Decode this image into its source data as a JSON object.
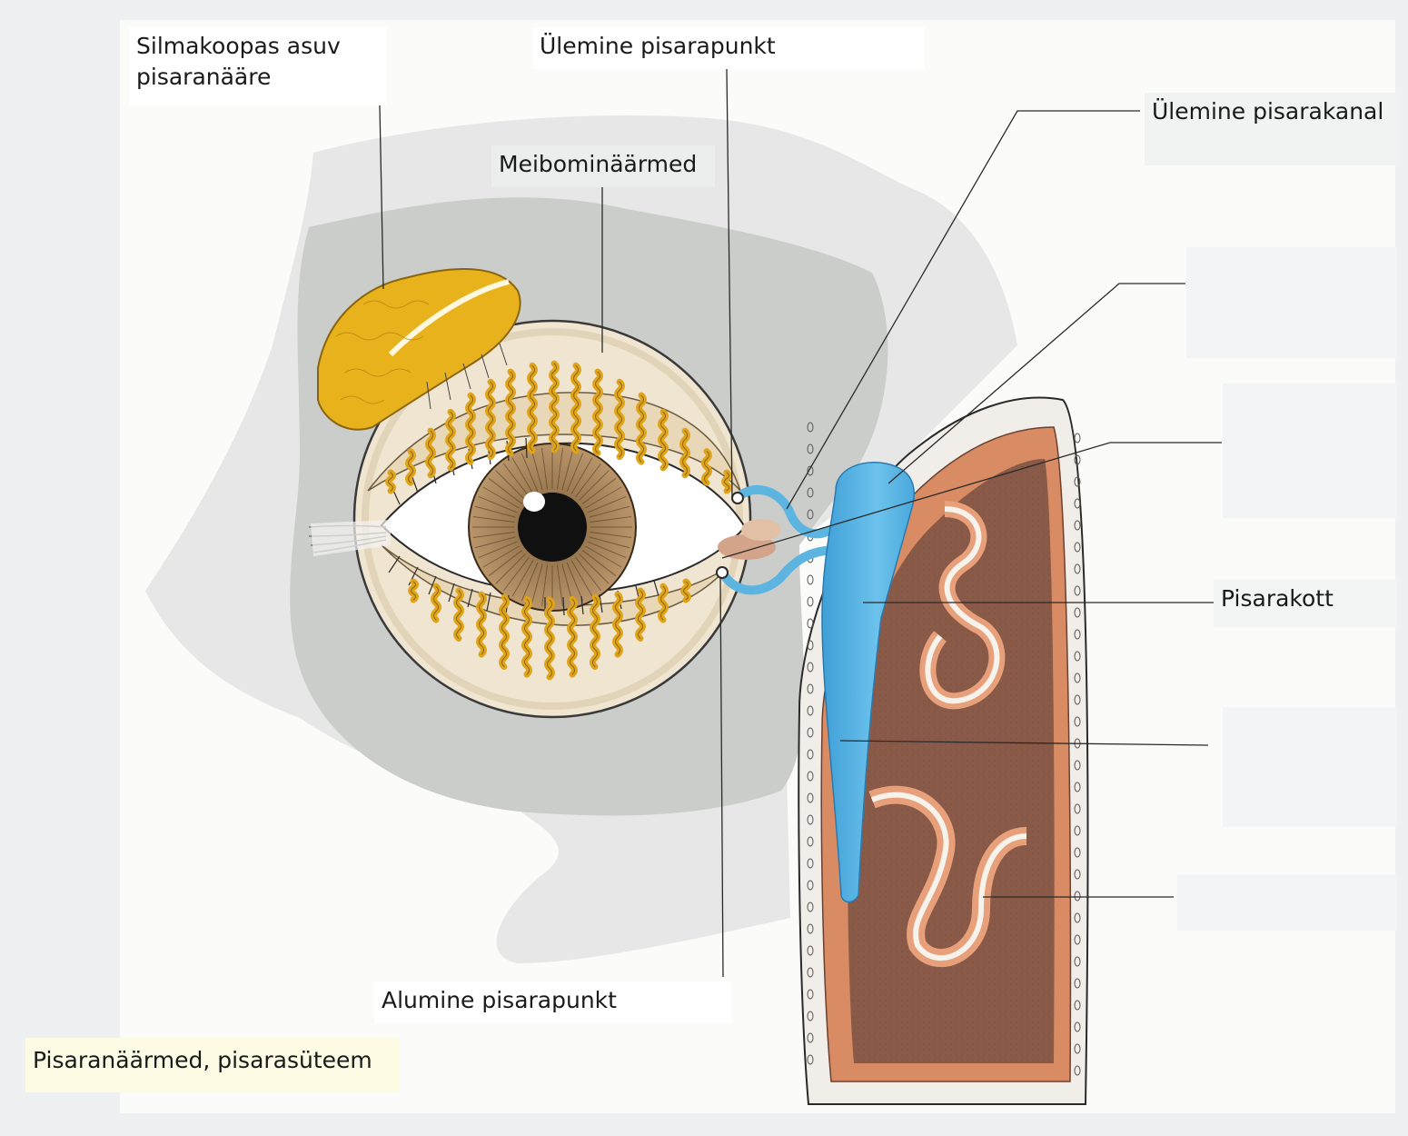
{
  "labels": {
    "lacrimal_gland": [
      "Silmakoopas asuv",
      "pisaranääre"
    ],
    "upper_punctum": "Ülemine pisarapunkt",
    "meibomian": "Meibominäärmed",
    "upper_canal": "Ülemine pisarakanal",
    "lacrimal_sac": "Pisarakott",
    "lower_punctum": "Alumine pisarapunkt"
  },
  "caption": "Pisaranäärmed, pisarasüteem",
  "colors": {
    "paper": "#fbfbfa",
    "face": "#e6e7e6",
    "orbit_shade": "#cbcdcb",
    "eyeball": "#f0e5d0",
    "iris": "#a98558",
    "gland_yellow": "#e8b21c",
    "duct_blue": "#5cb4e0",
    "concha_brown": "#8a5a48",
    "nasal_orange": "#d98c64",
    "leader_line": "#2a2a2a"
  }
}
